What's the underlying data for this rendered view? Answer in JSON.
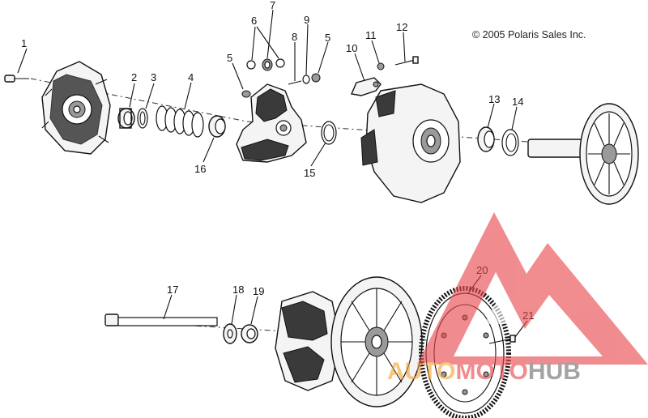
{
  "copyright": "© 2005 Polaris Sales Inc.",
  "callouts": {
    "c1": "1",
    "c2": "2",
    "c3": "3",
    "c4": "4",
    "c5a": "5",
    "c5b": "5",
    "c6": "6",
    "c7": "7",
    "c8": "8",
    "c9": "9",
    "c10": "10",
    "c11": "11",
    "c12": "12",
    "c13": "13",
    "c14": "14",
    "c15": "15",
    "c16": "16",
    "c17": "17",
    "c18": "18",
    "c19": "19",
    "c20": "20",
    "c21": "21"
  },
  "watermark": {
    "part1": "AUTO",
    "part2": "MOTO",
    "part3": "HUB",
    "color_orange": "#f3a637",
    "color_red": "#e8474b",
    "color_grey": "#6d6e71"
  }
}
